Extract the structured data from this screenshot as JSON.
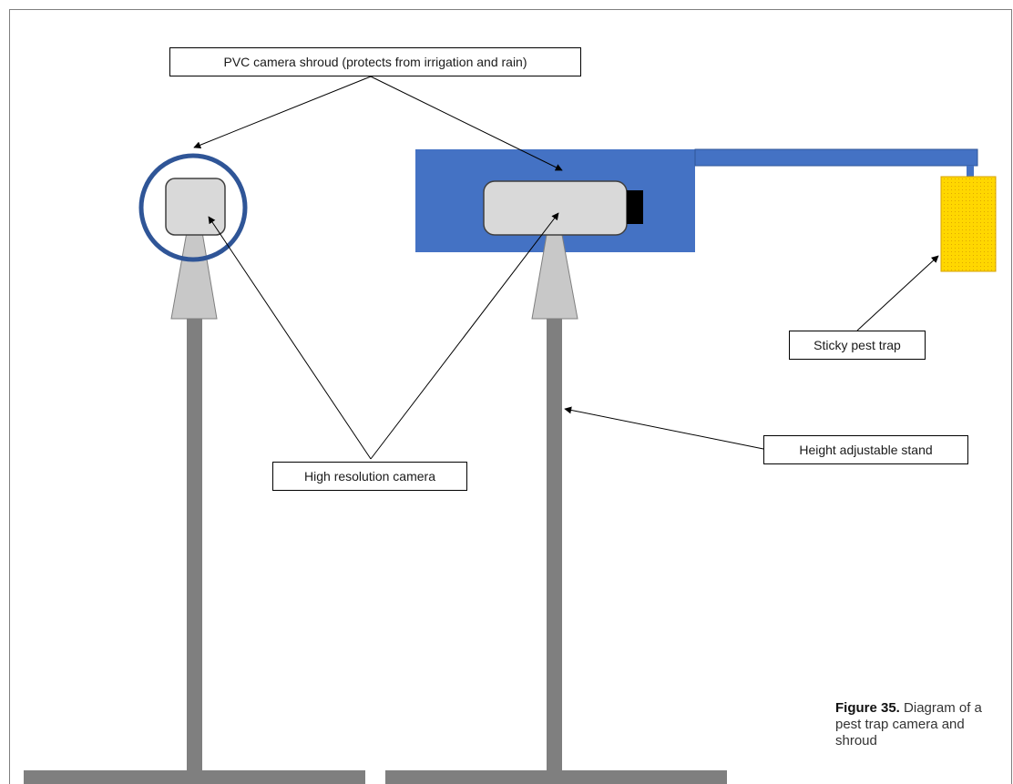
{
  "labels": {
    "shroud": "PVC camera shroud (protects from irrigation and rain)",
    "camera": "High resolution camera",
    "trap": "Sticky pest trap",
    "stand": "Height adjustable stand"
  },
  "caption": {
    "label": "Figure 35.",
    "text": "Diagram of a pest trap camera and shroud"
  },
  "colors": {
    "shroud_fill": "#4472c4",
    "shroud_ring": "#2f5597",
    "camera_body": "#d9d9d9",
    "stand": "#7f7f7f",
    "mount": "#c8c8c8",
    "trap": "#ffd700",
    "lens": "#000000"
  }
}
